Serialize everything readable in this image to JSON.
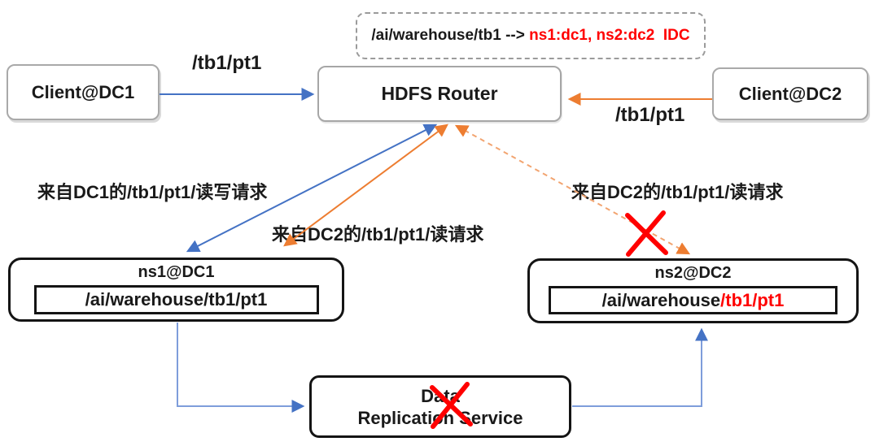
{
  "diagram_title": "HDFS Router cross-DC mount table routing",
  "colors": {
    "blue": "#4472c4",
    "blue_light": "#7e9ddb",
    "orange": "#ed7d31",
    "orange_dashed": "#f2a470",
    "red": "#ff0000",
    "gray_border": "#a9a9a9",
    "black_border": "#141414"
  },
  "note": {
    "mapping_black": "/ai/warehouse/tb1 --> ",
    "mapping_red": "ns1:dc1, ns2:dc2  IDC"
  },
  "nodes": {
    "client_dc1": {
      "label": "Client@DC1"
    },
    "hdfs_router": {
      "label": "HDFS Router"
    },
    "client_dc2": {
      "label": "Client@DC2"
    },
    "ns1": {
      "title": "ns1@DC1",
      "path": "/ai/warehouse/tb1/pt1"
    },
    "ns2": {
      "title": "ns2@DC2",
      "path_black": "/ai/warehouse",
      "path_red": "/tb1/pt1"
    },
    "replication_service": {
      "line1": "Data",
      "line2": "Replication Service"
    }
  },
  "edges": {
    "client1_to_router": {
      "label": "/tb1/pt1",
      "color": "blue",
      "style": "solid"
    },
    "client2_to_router": {
      "label": "/tb1/pt1",
      "color": "orange",
      "style": "solid"
    },
    "router_ns1_readwrite": {
      "label": "来自DC1的/tb1/pt1/读写请求",
      "color": "blue",
      "style": "solid",
      "bidirectional": true
    },
    "router_ns1_read": {
      "label": "来自DC2的/tb1/pt1/读请求",
      "color": "orange",
      "style": "solid",
      "bidirectional": true
    },
    "router_ns2_read": {
      "label": "来自DC2的/tb1/pt1/读请求",
      "color": "orange",
      "style": "dashed",
      "blocked": true
    },
    "ns1_to_replication": {
      "color": "blue",
      "style": "elbow"
    },
    "replication_to_ns2": {
      "color": "blue",
      "style": "elbow",
      "blocked_service": true
    }
  }
}
